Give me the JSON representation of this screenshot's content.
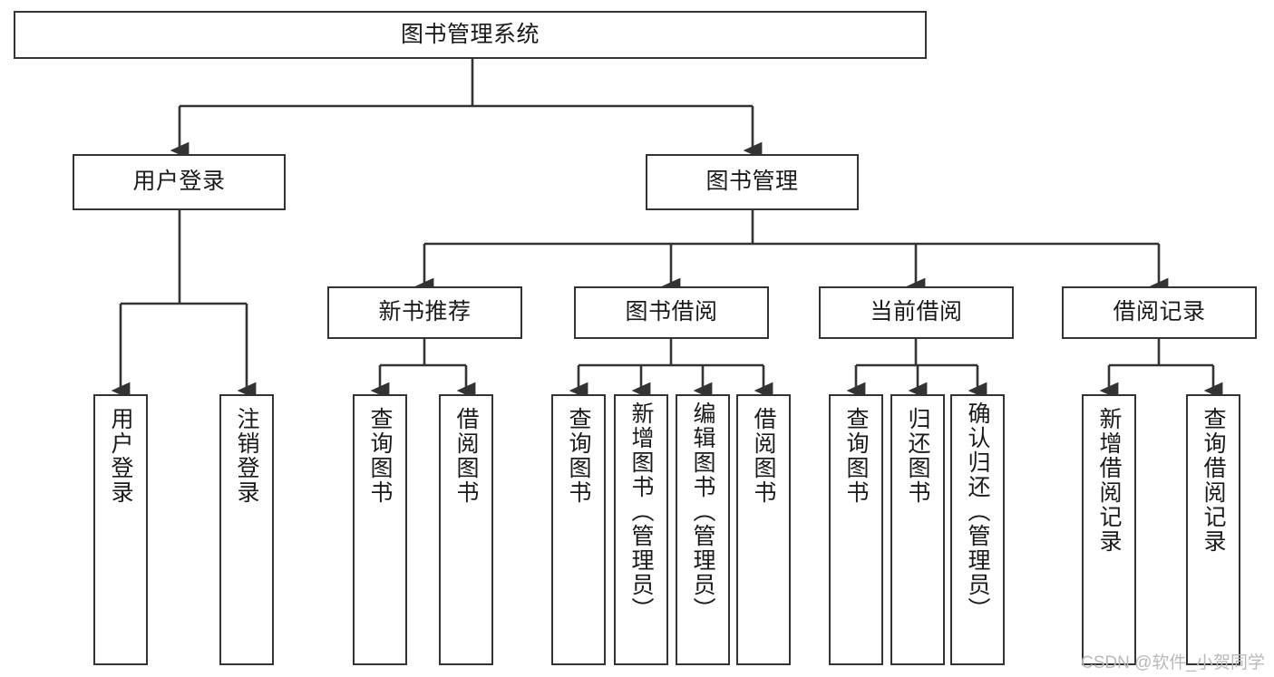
{
  "diagram": {
    "title": "图书管理系统",
    "type": "hierarchy-tree",
    "colors": {
      "stroke": "#333333",
      "box_fill": "#ffffff",
      "text": "#1a1a1a",
      "watermark": "#b9b9b9",
      "background": "#ffffff"
    },
    "levels": {
      "root": {
        "label": "图书管理系统"
      },
      "level1": [
        {
          "label": "用户登录"
        },
        {
          "label": "图书管理"
        }
      ],
      "level2": [
        {
          "label": "新书推荐"
        },
        {
          "label": "图书借阅"
        },
        {
          "label": "当前借阅"
        },
        {
          "label": "借阅记录"
        }
      ],
      "leaves": {
        "user_login": [
          {
            "label": "用户登录"
          },
          {
            "label": "注销登录"
          }
        ],
        "new_book_recommend": [
          {
            "label": "查询图书"
          },
          {
            "label": "借阅图书"
          }
        ],
        "book_borrow": [
          {
            "label": "查询图书"
          },
          {
            "label": "新增图书（管理员）"
          },
          {
            "label": "编辑图书（管理员）"
          },
          {
            "label": "借阅图书"
          }
        ],
        "current_borrow": [
          {
            "label": "查询图书"
          },
          {
            "label": "归还图书"
          },
          {
            "label": "确认归还（管理员）"
          }
        ],
        "borrow_record": [
          {
            "label": "新增借阅记录"
          },
          {
            "label": "查询借阅记录"
          }
        ]
      }
    },
    "watermark": "CSDN @软件_小贺同学"
  }
}
